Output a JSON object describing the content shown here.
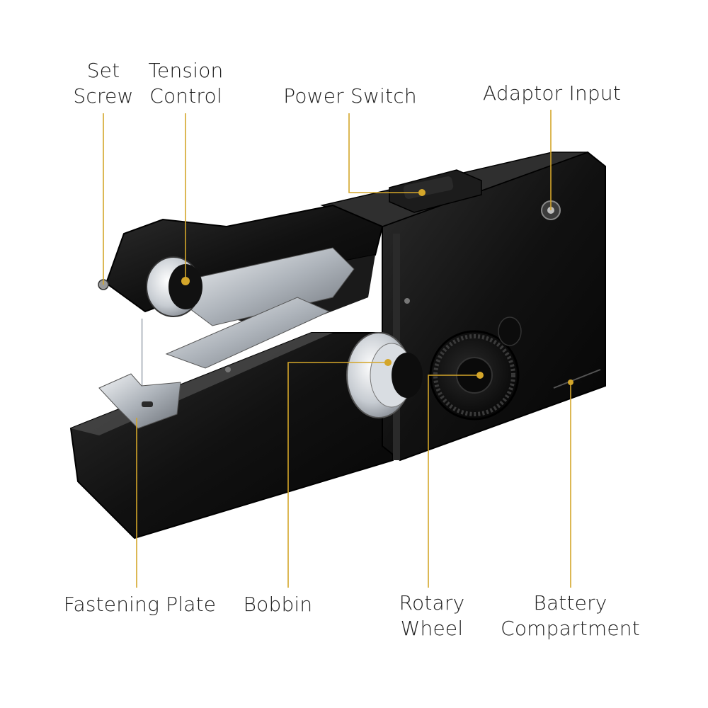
{
  "labels": {
    "set_screw": [
      "Set",
      "Screw"
    ],
    "tension_control": [
      "Tension",
      "Control"
    ],
    "power_switch": [
      "Power Switch"
    ],
    "adaptor_input": [
      "Adaptor Input"
    ],
    "fastening_plate": [
      "Fastening Plate"
    ],
    "bobbin": [
      "Bobbin"
    ],
    "rotary_wheel": [
      "Rotary",
      "Wheel"
    ],
    "battery_compartment": [
      "Battery",
      "Compartment"
    ]
  },
  "colors": {
    "leader_line": "#d4a62a",
    "body": "#141414",
    "body_highlight": "#3a3a3a",
    "metal": "#c9ced4"
  }
}
